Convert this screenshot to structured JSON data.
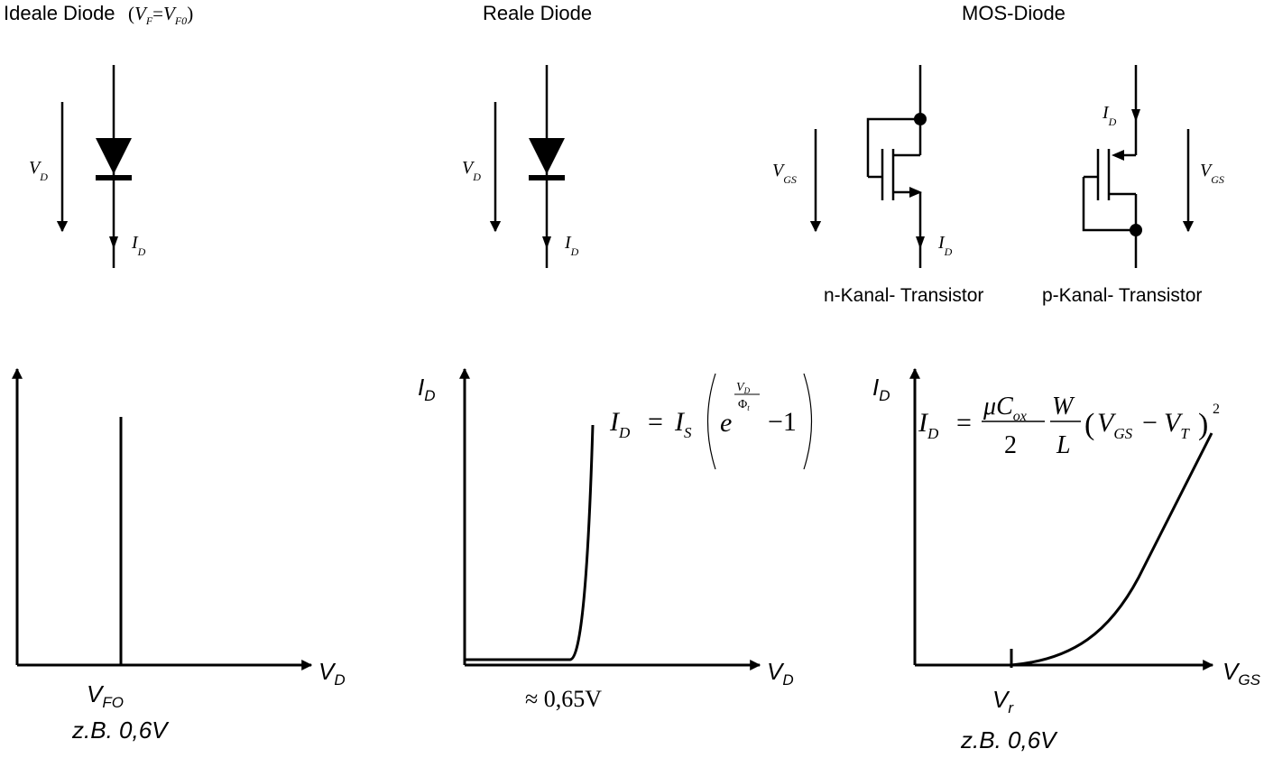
{
  "panels": {
    "ideal": {
      "title": "Ideale Diode",
      "title_cond_v": "V",
      "title_cond_sub1": "F",
      "title_cond_eq": "=",
      "title_cond_v2": "V",
      "title_cond_sub2": "F0",
      "circuit": {
        "voltage_main": "V",
        "voltage_sub": "D",
        "current_main": "I",
        "current_sub": "D"
      },
      "graph": {
        "x_main": "V",
        "x_sub": "D",
        "tick_main": "V",
        "tick_sub": "FO",
        "example": "z.B.  0,6V"
      }
    },
    "real": {
      "title": "Reale Diode",
      "circuit": {
        "voltage_main": "V",
        "voltage_sub": "D",
        "current_main": "I",
        "current_sub": "D"
      },
      "graph": {
        "y_main": "I",
        "y_sub": "D",
        "x_main": "V",
        "x_sub": "D",
        "tick_label": "≈ 0,65V",
        "formula": {
          "lhs_main": "I",
          "lhs_sub": "D",
          "eq": "=",
          "is_main": "I",
          "is_sub": "S",
          "e": "e",
          "exp_num_main": "V",
          "exp_num_sub": "D",
          "exp_den_main": "Φ",
          "exp_den_sub": "t",
          "minus_one": "−1"
        }
      }
    },
    "mos": {
      "title": "MOS-Diode",
      "n_label": "n-Kanal- Transistor",
      "p_label": "p-Kanal- Transistor",
      "n_circuit": {
        "voltage_main": "V",
        "voltage_sub": "GS",
        "current_main": "I",
        "current_sub": "D"
      },
      "p_circuit": {
        "voltage_main": "V",
        "voltage_sub": "GS",
        "current_main": "I",
        "current_sub": "D"
      },
      "graph": {
        "y_main": "I",
        "y_sub": "D",
        "x_main": "V",
        "x_sub": "GS",
        "tick_main": "V",
        "tick_sub": "r",
        "example": "z.B.  0,6V",
        "formula": {
          "lhs_main": "I",
          "lhs_sub": "D",
          "eq": "=",
          "mu": "μ",
          "c_main": "C",
          "c_sub": "ox",
          "two": "2",
          "w": "W",
          "l": "L",
          "open": "(",
          "vgs_main": "V",
          "vgs_sub": "GS",
          "minus": "−",
          "vt_main": "V",
          "vt_sub": "T",
          "close": ")",
          "square": "2"
        }
      }
    }
  }
}
